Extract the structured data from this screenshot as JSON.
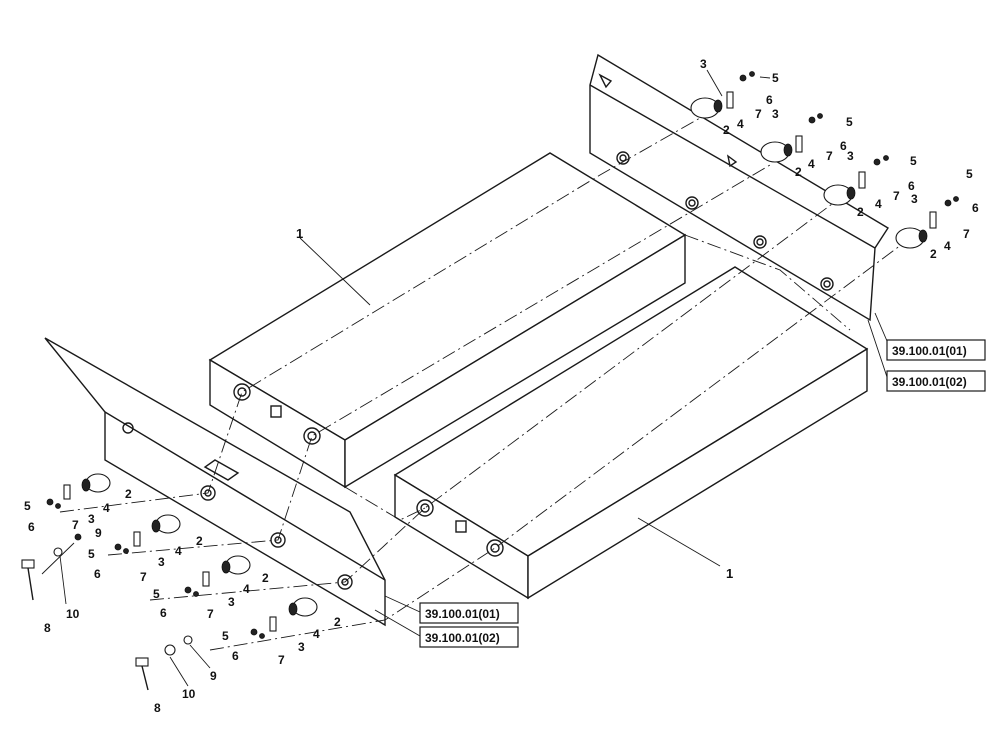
{
  "callouts": {
    "battery": "1",
    "bushing": "2",
    "clamp": "3",
    "plate": "4",
    "screw": "5",
    "nut": "6",
    "washer": "7",
    "bolt": "8",
    "lockwasher": "9",
    "flatwasher": "10"
  },
  "references": {
    "ref_01": "39.100.01(01)",
    "ref_02": "39.100.01(02)"
  }
}
